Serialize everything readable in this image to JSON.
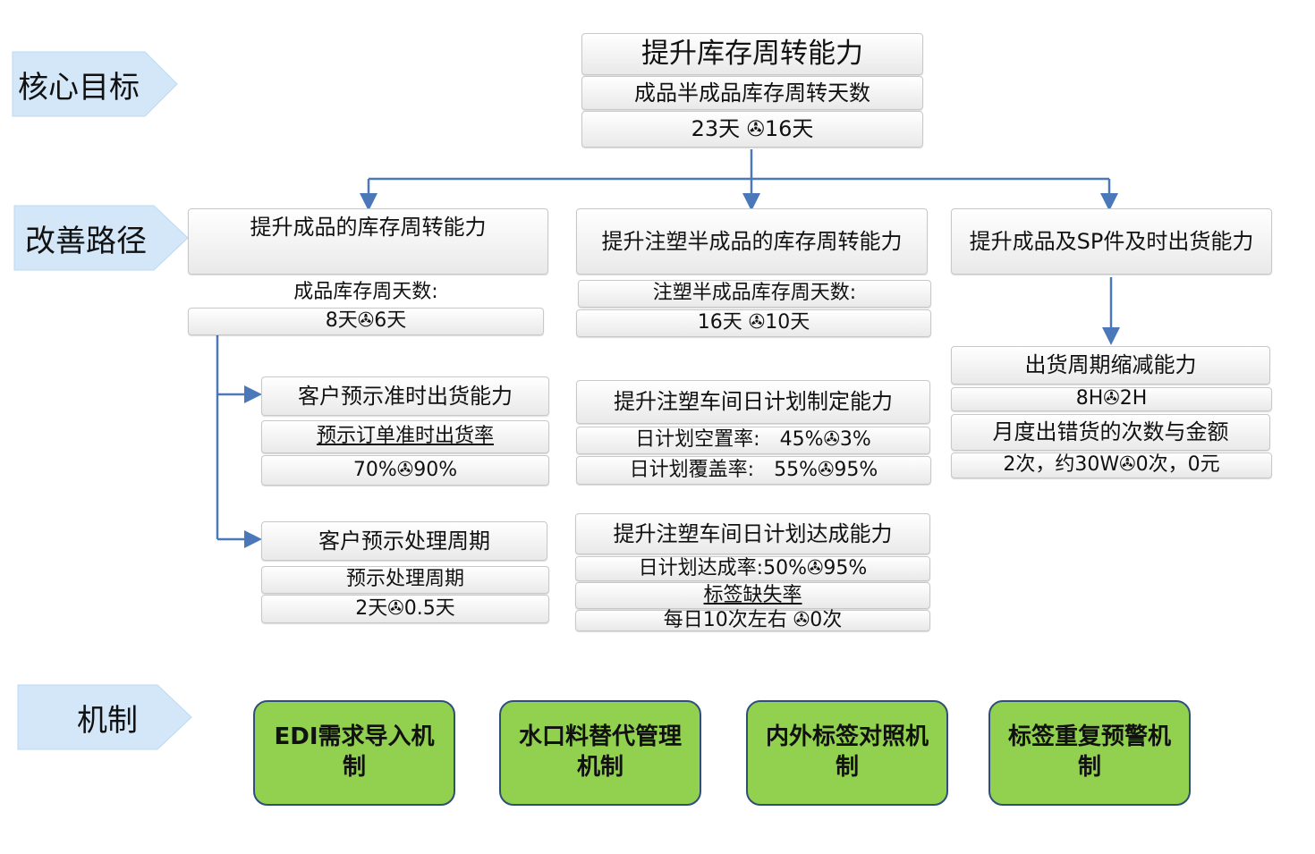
{
  "labels": {
    "goal": "核心目标",
    "path": "改善路径",
    "mech": "机制"
  },
  "sep": "✇",
  "top": {
    "title": "提升库存周转能力",
    "metric": "成品半成品库存周转天数",
    "value": "23天 ✇16天"
  },
  "col1": {
    "title": "提升成品的库存周转能力",
    "metric": "成品库存周天数:",
    "value": "8天✇6天",
    "sub1": {
      "title": "客户预示准时出货能力",
      "metric": "预示订单准时出货率",
      "value": "70%✇90%"
    },
    "sub2": {
      "title": "客户预示处理周期",
      "metric": "预示处理周期",
      "value": "2天✇0.5天"
    }
  },
  "col2": {
    "title": "提升注塑半成品的库存周转能力",
    "metric": "注塑半成品库存周天数:",
    "value": "16天 ✇10天",
    "sub1": {
      "title": "提升注塑车间日计划制定能力",
      "m1": "日计划空置率:　45%✇3%",
      "m2": "日计划覆盖率:　55%✇95%"
    },
    "sub2": {
      "title": "提升注塑车间日计划达成能力",
      "m1": "日计划达成率:50%✇95%",
      "m2": "标签缺失率",
      "m3": "每日10次左右 ✇0次"
    }
  },
  "col3": {
    "title": "提升成品及SP件及时出货能力",
    "sub": "出货周期缩减能力",
    "value": "8H✇2H",
    "metric2": "月度出错货的次数与金额",
    "value2": "2次，约30W✇0次，0元"
  },
  "mechanisms": [
    "EDI需求导入机制",
    "水口料替代管理机制",
    "内外标签对照机制",
    "标签重复预警机制"
  ]
}
